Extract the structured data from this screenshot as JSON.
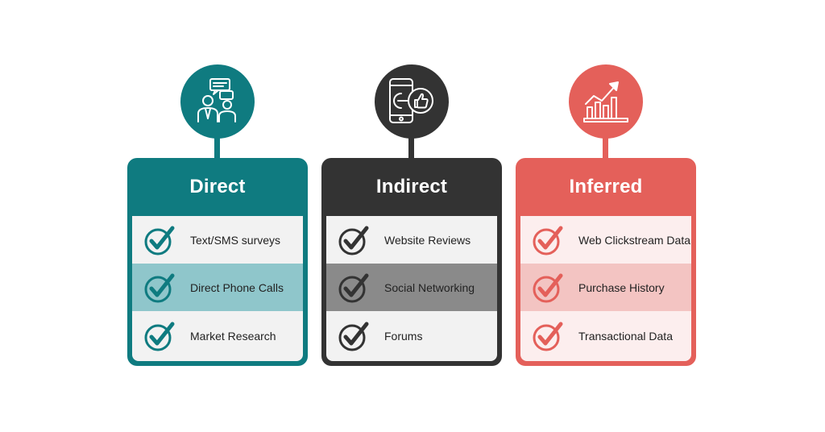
{
  "colors": {
    "direct": "#0f7b80",
    "direct_highlight": "#8fc6cb",
    "indirect": "#333333",
    "indirect_highlight": "#8a8a8a",
    "inferred": "#e4605a",
    "inferred_highlight": "#f3c4c2",
    "row_light": "#f2f2f2",
    "inferred_row_light": "#fceeee"
  },
  "columns": [
    {
      "title": "Direct",
      "icon": "people-chat-icon",
      "items": [
        "Text/SMS surveys",
        "Direct Phone Calls",
        "Market Research"
      ]
    },
    {
      "title": "Indirect",
      "icon": "smartphone-thumbs-up-icon",
      "items": [
        "Website Reviews",
        "Social Networking",
        "Forums"
      ]
    },
    {
      "title": "Inferred",
      "icon": "growth-chart-icon",
      "items": [
        "Web Clickstream Data",
        "Purchase History",
        "Transactional Data"
      ]
    }
  ]
}
